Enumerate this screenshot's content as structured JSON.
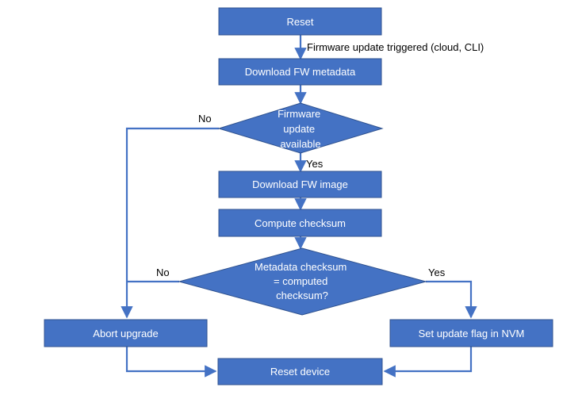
{
  "colors": {
    "node_fill": "#4472C4",
    "node_stroke": "#2F528F",
    "connector": "#4472C4",
    "node_text": "#FFFFFF",
    "label_text": "#000000"
  },
  "nodes": {
    "reset": "Reset",
    "download_metadata": "Download FW metadata",
    "firmware_available": [
      "Firmware",
      "update",
      "available"
    ],
    "download_image": "Download FW image",
    "compute_checksum": "Compute checksum",
    "checksum_match": [
      "Metadata checksum",
      "= computed",
      "checksum?"
    ],
    "abort_upgrade": "Abort upgrade",
    "set_update_flag": "Set update flag in NVM",
    "reset_device": "Reset device"
  },
  "edge_labels": {
    "trigger": "Firmware update triggered (cloud, CLI)",
    "available_no": "No",
    "available_yes": "Yes",
    "checksum_no": "No",
    "checksum_yes": "Yes"
  }
}
